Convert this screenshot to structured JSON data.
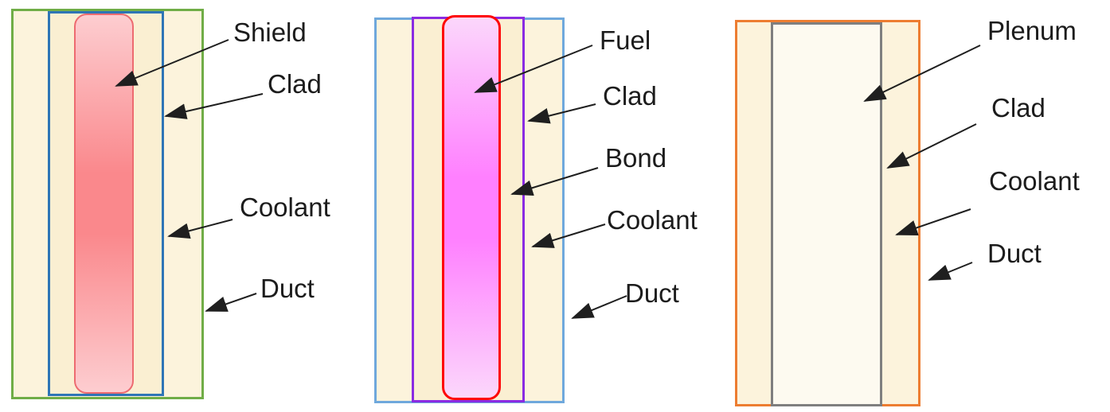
{
  "diagrams": [
    {
      "labels": {
        "region": "Shield",
        "clad": "Clad",
        "coolant": "Coolant",
        "duct": "Duct"
      }
    },
    {
      "labels": {
        "region": "Fuel",
        "clad": "Clad",
        "bond": "Bond",
        "coolant": "Coolant",
        "duct": "Duct"
      }
    },
    {
      "labels": {
        "region": "Plenum",
        "clad": "Clad",
        "coolant": "Coolant",
        "duct": "Duct"
      }
    }
  ],
  "colors": {
    "coolant_fill": "#FCF3DC",
    "coolant_inner_fill": "#FAEFD2",
    "left_duct_border": "#70AD47",
    "left_clad_border": "#2E75B6",
    "shield_border": "#ED6B70",
    "shield_center": "#FA888C",
    "shield_edge": "#FDCDD0",
    "mid_duct_border": "#6FA8DC",
    "mid_clad_border": "#8A2BE2",
    "fuel_border": "#FE0505",
    "fuel_center": "#FF80FF",
    "fuel_edge": "#FBD7FB",
    "right_duct_border": "#ED7D31",
    "right_clad_border": "#7F7F7F",
    "plenum_fill": "#FDFAF0",
    "arrow_color": "#1F1F1F",
    "label_color": "#1C1C1C"
  }
}
